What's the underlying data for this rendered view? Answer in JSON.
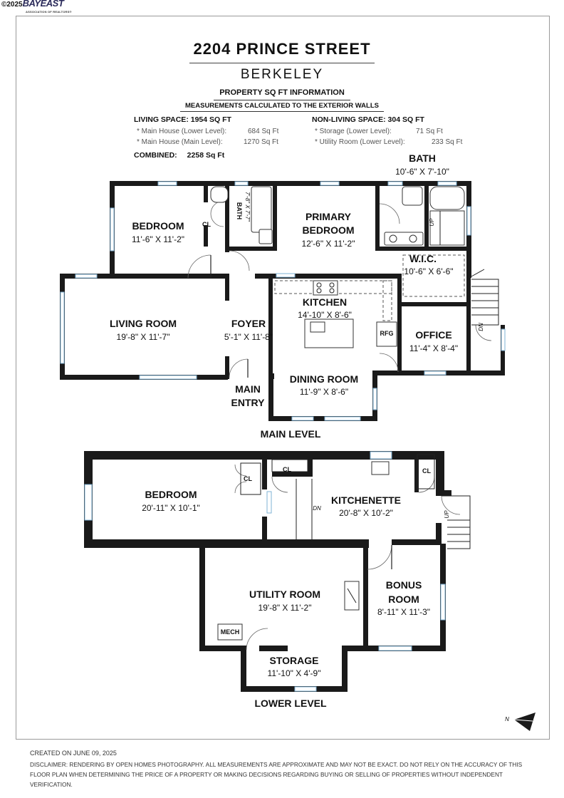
{
  "header": {
    "copyright": "©2025",
    "brand": "BAYEAST",
    "brand_tagline": "ASSOCIATION OF REALTORS®",
    "address": "2204 PRINCE STREET",
    "city": "BERKELEY",
    "info_title": "PROPERTY SQ FT INFORMATION",
    "info_subtitle": "MEASUREMENTS CALCULATED TO THE EXTERIOR WALLS"
  },
  "living": {
    "heading": "LIVING SPACE: 1954 SQ FT",
    "items": [
      {
        "label": "*   Main House (Lower Level):",
        "value": "684 Sq Ft"
      },
      {
        "label": "*   Main House (Main Level):",
        "value": "1270 Sq Ft"
      }
    ]
  },
  "nonliving": {
    "heading": "NON-LIVING SPACE: 304 SQ FT",
    "items": [
      {
        "label": "*   Storage (Lower Level):",
        "value": "71 Sq Ft"
      },
      {
        "label": "*   Utility Room (Lower Level):",
        "value": "233 Sq Ft"
      }
    ]
  },
  "combined": {
    "label": "COMBINED:",
    "value": "2258  Sq Ft"
  },
  "main_level": {
    "label": "MAIN LEVEL",
    "bedroom": {
      "name": "BEDROOM",
      "dim": "11'-6\" X 11'-2\""
    },
    "bath_small": {
      "name": "BATH",
      "dim": "7'-8\" X 7'-7\""
    },
    "primary_bedroom": {
      "name1": "PRIMARY",
      "name2": "BEDROOM",
      "dim": "12'-6\" X 11'-2\""
    },
    "bath": {
      "name": "BATH",
      "dim": "10'-6\" X 7'-10\""
    },
    "wic": {
      "name": "W.I.C.",
      "dim": "10'-6\" X 6'-6\""
    },
    "living_room": {
      "name": "LIVING ROOM",
      "dim": "19'-8\" X 11'-7\""
    },
    "foyer": {
      "name": "FOYER",
      "dim": "5'-1\" X 11'-8\""
    },
    "kitchen": {
      "name": "KITCHEN",
      "dim": "14'-10\" X 8'-6\""
    },
    "office": {
      "name": "OFFICE",
      "dim": "11'-4\" X 8'-4\""
    },
    "dining_room": {
      "name": "DINING ROOM",
      "dim": "11'-9\" X 8'-6\""
    },
    "main_entry": {
      "line1": "MAIN",
      "line2": "ENTRY"
    },
    "cl": "CL",
    "rfg": "RFG",
    "up": "UP",
    "dn": "DN"
  },
  "lower_level": {
    "label": "LOWER LEVEL",
    "bedroom": {
      "name": "BEDROOM",
      "dim": "20'-11\" X 10'-1\""
    },
    "kitchenette": {
      "name": "KITCHENETTE",
      "dim": "20'-8\" X 10'-2\""
    },
    "utility_room": {
      "name": "UTILITY ROOM",
      "dim": "19'-8\" X 11'-2\""
    },
    "bonus_room": {
      "name1": "BONUS",
      "name2": "ROOM",
      "dim": "8'-11\" X 11'-3\""
    },
    "storage": {
      "name": "STORAGE",
      "dim": "11'-10\" X 4'-9\""
    },
    "mech": "MECH",
    "cl": "CL",
    "dn": "DN",
    "up": "UP"
  },
  "compass": {
    "label": "N"
  },
  "footer": {
    "created": "CREATED ON JUNE 09, 2025",
    "disclaimer": "DISCLAIMER: RENDERING BY OPEN HOMES PHOTOGRAPHY. ALL MEASUREMENTS ARE APPROXIMATE AND MAY NOT BE EXACT. DO NOT RELY ON THE ACCURACY OF THIS FLOOR PLAN WHEN DETERMINING THE PRICE OF A PROPERTY OR MAKING DECISIONS REGARDING BUYING OR SELLING OF PROPERTIES WITHOUT INDEPENDENT VERIFICATION."
  }
}
